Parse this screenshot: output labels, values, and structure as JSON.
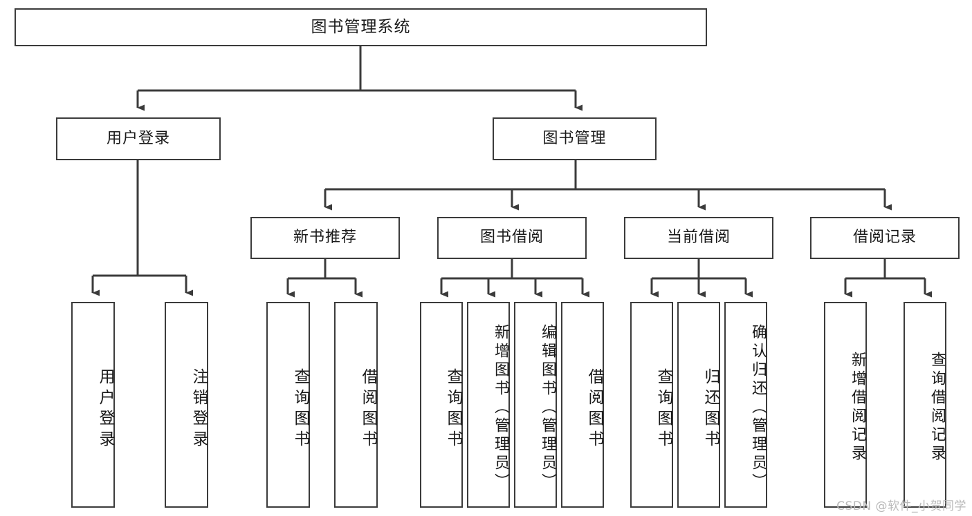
{
  "diagram": {
    "title": "图书管理系统",
    "watermark": "CSDN @软件_小贺同学",
    "root": {
      "label": "图书管理系统"
    },
    "level2": [
      {
        "label": "用户登录"
      },
      {
        "label": "图书管理"
      }
    ],
    "level3": [
      {
        "label": "新书推荐"
      },
      {
        "label": "图书借阅"
      },
      {
        "label": "当前借阅"
      },
      {
        "label": "借阅记录"
      }
    ],
    "leaves": {
      "user_login": [
        {
          "label": "用户登录"
        },
        {
          "label": "注销登录"
        }
      ],
      "new_book": [
        {
          "label": "查询图书"
        },
        {
          "label": "借阅图书"
        }
      ],
      "book_borrow": [
        {
          "label": "查询图书"
        },
        {
          "label": "新增图书（管理员）"
        },
        {
          "label": "编辑图书（管理员）"
        },
        {
          "label": "借阅图书"
        }
      ],
      "current_borrow": [
        {
          "label": "查询图书"
        },
        {
          "label": "归还图书"
        },
        {
          "label": "确认归还（管理员）"
        }
      ],
      "borrow_record": [
        {
          "label": "新增借阅记录"
        },
        {
          "label": "查询借阅记录"
        }
      ]
    }
  },
  "colors": {
    "stroke": "#3b3b3b",
    "text": "#1a1a1a",
    "background": "#ffffff",
    "watermark": "#b9b9b9"
  }
}
